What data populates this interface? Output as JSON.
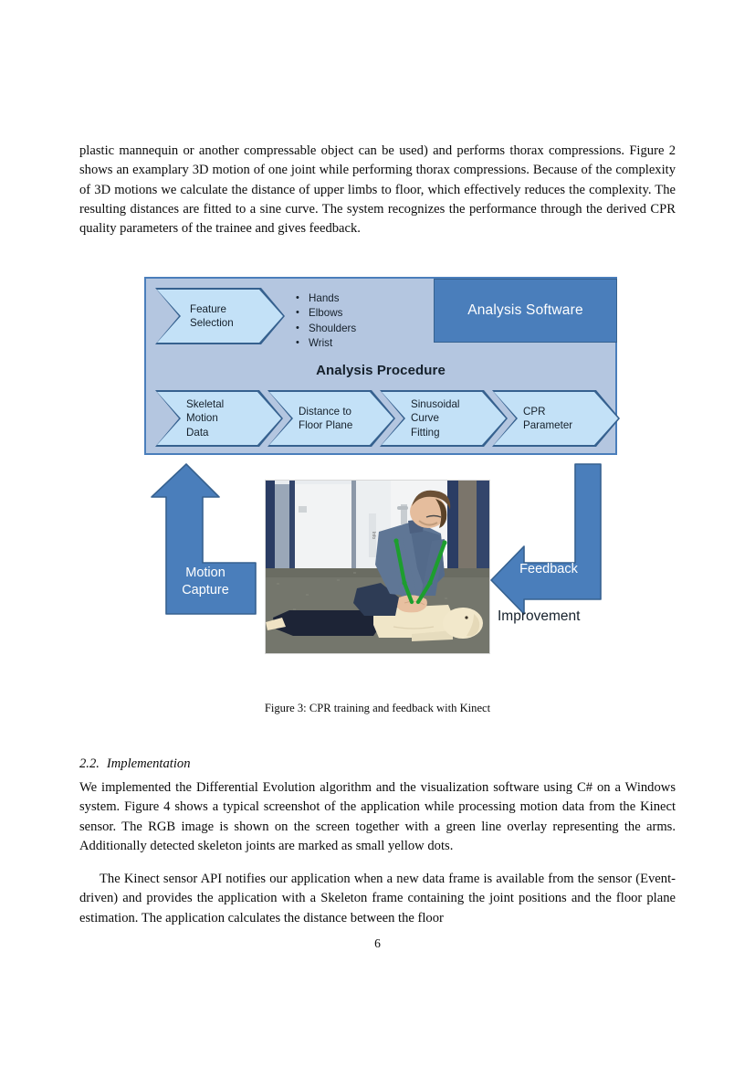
{
  "page": {
    "number": "6",
    "top_paragraph": "plastic mannequin or another compressable object can be used) and performs thorax compressions. Figure 2 shows an examplary 3D motion of one joint while performing thorax compressions. Because of the complexity of 3D motions we calculate the distance of upper limbs to floor, which effectively reduces the complexity. The resulting distances are fitted to a sine curve. The system recognizes the performance through the derived CPR quality parameters of the trainee and gives feedback."
  },
  "figure": {
    "caption": "Figure 3: CPR training and feedback with Kinect",
    "diagram": {
      "analysis_software_label": "Analysis Software",
      "procedure_title": "Analysis Procedure",
      "feature_selection_label": "Feature\nSelection",
      "features": [
        "Hands",
        "Elbows",
        "Shoulders",
        "Wrist"
      ],
      "steps": [
        {
          "label": "Skeletal\nMotion\nData"
        },
        {
          "label": "Distance to\nFloor Plane"
        },
        {
          "label": "Sinusoidal\nCurve\nFitting"
        },
        {
          "label": "CPR\nParameter"
        }
      ],
      "colors": {
        "container_fill": "#b4c6e0",
        "container_border": "#4a7ebb",
        "chevron_fill": "#c3e1f7",
        "chevron_border": "#36618f",
        "accent_blue": "#4a7ebb",
        "overlay_green": "#1d9e2e"
      }
    },
    "motion_capture_label": "Motion\nCapture",
    "feedback_label": "Feedback",
    "improvement_label": "Improvement"
  },
  "section": {
    "number": "2.2.",
    "title": "Implementation",
    "paragraph_1": "We implemented the Differential Evolution algorithm and the visualization software using C# on a Windows system. Figure 4 shows a typical screenshot of the application while processing motion data from the Kinect sensor. The RGB image is shown on the screen together with a green line overlay representing the arms. Additionally detected skeleton joints are marked as small yellow dots.",
    "paragraph_2": "The Kinect sensor API notifies our application when a new data frame is available from the sensor (Event-driven) and provides the application with a Skeleton frame containing the joint positions and the floor plane estimation. The application calculates the distance between the floor"
  }
}
